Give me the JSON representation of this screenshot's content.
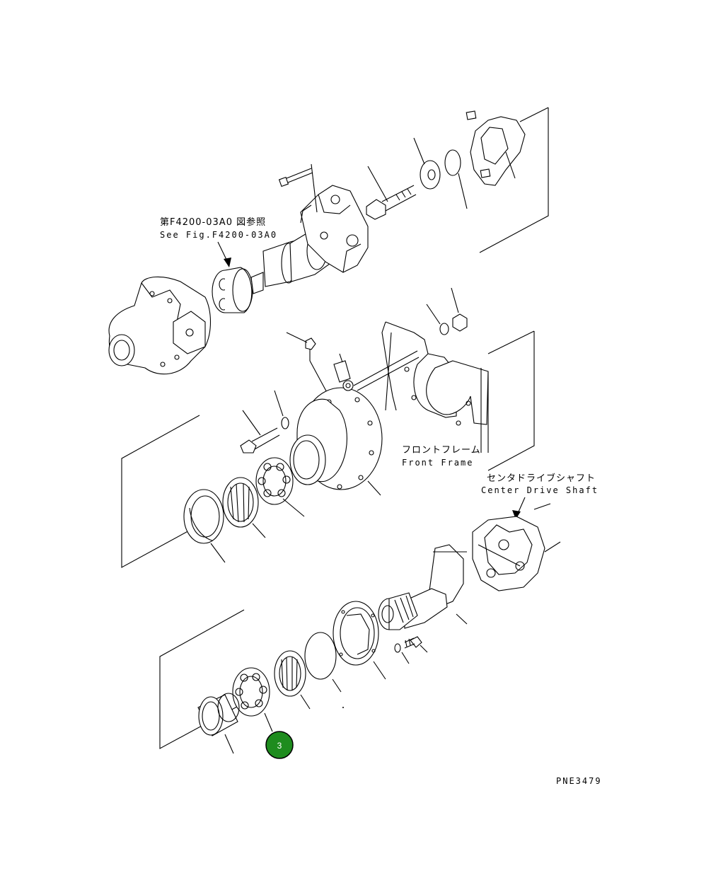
{
  "labels": {
    "ref_fig_jp": "第F4200-03A0 図参照",
    "ref_fig_en": "See Fig.F4200-03A0",
    "front_frame_jp": "フロントフレーム",
    "front_frame_en": "Front Frame",
    "center_shaft_jp": "センタドライブシャフト",
    "center_shaft_en": "Center Drive Shaft",
    "drawing_code": "PNE3479"
  },
  "callout": {
    "number": "3",
    "color": "#1e8c1e",
    "border_color": "#000000"
  },
  "colors": {
    "line": "#000000",
    "background": "#ffffff"
  }
}
